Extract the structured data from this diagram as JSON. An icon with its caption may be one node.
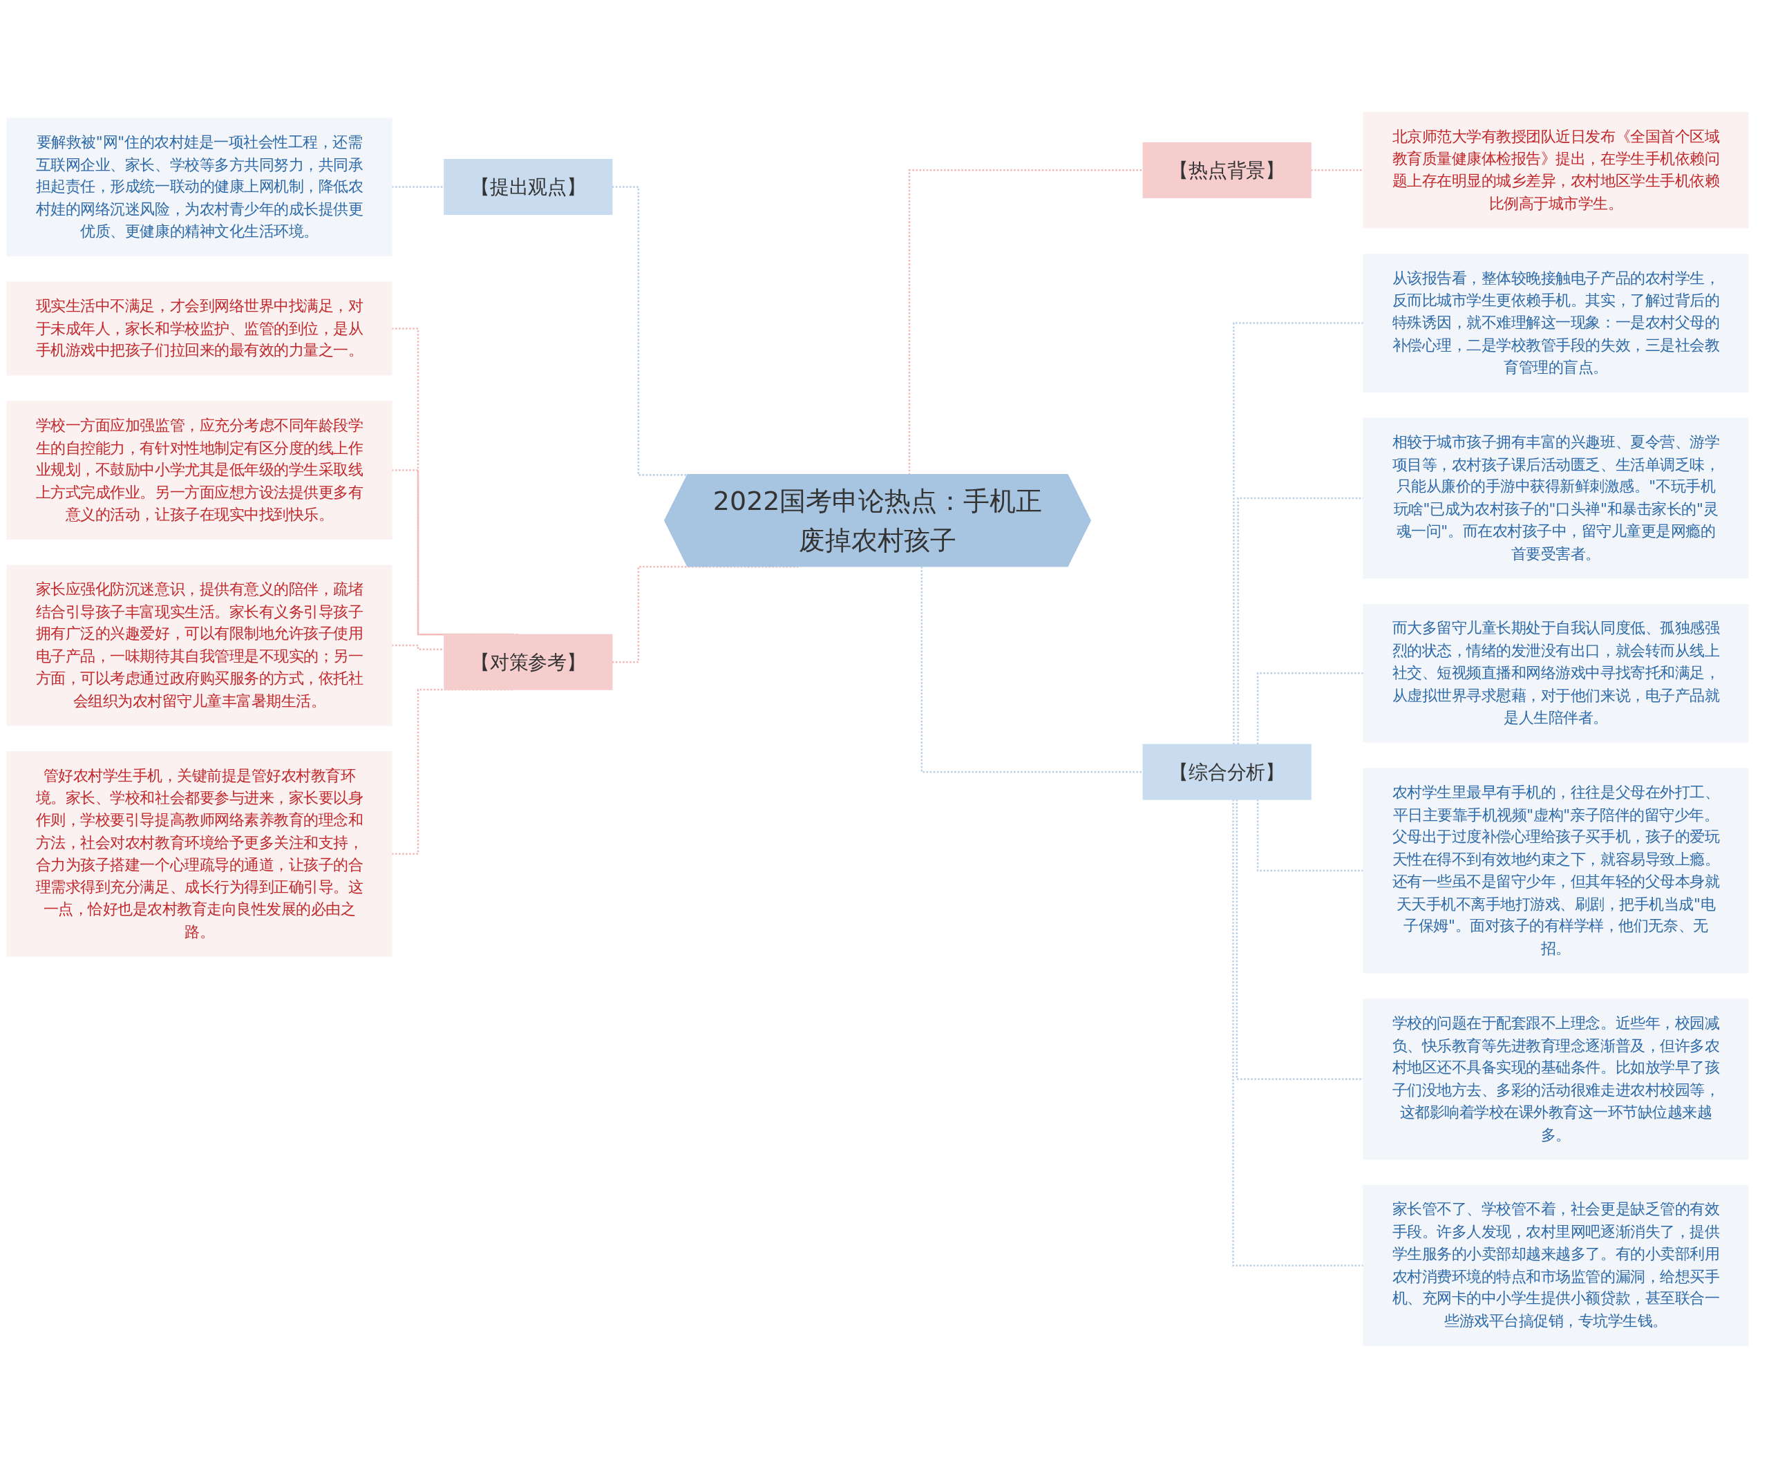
{
  "diagram": {
    "nodes": [
      {
        "text": [
          "2022国考申论热点：手机正废掉农村孩子"
        ]
      },
      {
        "text": [
          "【提出观点】"
        ]
      },
      {
        "text": [
          "要解救被\"网\"住的农村娃是一项社会性工程，还需互联网企业、家长、学校等多方共同努力，共同承担起责任，形成统一联动的健康上网机制，降低农村娃的网络沉迷风险，为农村青少年的成长提供更优质、更健康的精神文化生活环境。"
        ]
      },
      {
        "text": [
          "【对策参考】"
        ]
      },
      {
        "text": [
          "现实生活中不满足，才会到网络世界中找满足，对于未成年人，家长和学校监护、监管的到位，是从手机游戏中把孩子们拉回来的最有效的力量之一。"
        ]
      },
      {
        "text": [
          "学校一方面应加强监管，应充分考虑不同年龄段学生的自控能力，有针对性地制定有区分度的线上作业规划，不鼓励中小学尤其是低年级的学生采取线上方式完成作业。另一方面应想方设法提供更多有意义的活动，让孩子在现实中找到快乐。"
        ]
      },
      {
        "text": [
          "家长应强化防沉迷意识，提供有意义的陪伴，疏堵结合引导孩子丰富现实生活。家长有义务引导孩子拥有广泛的兴趣爱好，可以有限制地允许孩子使用电子产品，一味期待其自我管理是不现实的；另一方面，可以考虑通过政府购买服务的方式，依托社会组织为农村留守儿童丰富暑期生活。"
        ]
      },
      {
        "text": [
          "管好农村学生手机，关键前提是管好农村教育环境。家长、学校和社会都要参与进来，家长要以身作则，学校要引导提高教师网络素养教育的理念和方法，社会对农村教育环境给予更多关注和支持，合力为孩子搭建一个心理疏导的通道，让孩子的合理需求得到充分满足、成长行为得到正确引导。这一点，恰好也是农村教育走向良性发展的必由之路。"
        ]
      },
      {
        "text": [
          "【热点背景】"
        ]
      },
      {
        "text": [
          "北京师范大学有教授团队近日发布《全国首个区域教育质量健康体检报告》提出，在学生手机依赖问题上存在明显的城乡差异，农村地区学生手机依赖比例高于城市学生。"
        ]
      },
      {
        "text": [
          "【综合分析】"
        ]
      },
      {
        "text": [
          "从该报告看，整体较晚接触电子产品的农村学生，反而比城市学生更依赖手机。其实，了解过背后的特殊诱因，就不难理解这一现象：一是农村父母的补偿心理，二是学校教管手段的失效，三是社会教育管理的盲点。"
        ]
      },
      {
        "text": [
          "相较于城市孩子拥有丰富的兴趣班、夏令营、游学项目等，农村孩子课后活动匮乏、生活单调乏味，只能从廉价的手游中获得新鲜刺激感。\"不玩手机玩啥\"已成为农村孩子的\"口头禅\"和暴击家长的\"灵魂一问\"。而在农村孩子中，留守儿童更是网瘾的首要受害者。"
        ]
      },
      {
        "text": [
          "而大多留守儿童长期处于自我认同度低、孤独感强烈的状态，情绪的发泄没有出口，就会转而从线上社交、短视频直播和网络游戏中寻找寄托和满足，从虚拟世界寻求慰藉，对于他们来说，电子产品就是人生陪伴者。"
        ]
      },
      {
        "text": [
          "农村学生里最早有手机的，往往是父母在外打工、平日主要靠手机视频\"虚构\"亲子陪伴的留守少年。父母出于过度补偿心理给孩子买手机，孩子的爱玩天性在得不到有效地约束之下，就容易导致上瘾。还有一些虽不是留守少年，但其年轻的父母本身就天天手机不离手地打游戏、刷剧，把手机当成\"电子保姆\"。面对孩子的有样学样，他们无奈、无招。"
        ]
      },
      {
        "text": [
          "学校的问题在于配套跟不上理念。近些年，校园减负、快乐教育等先进教育理念逐渐普及，但许多农村地区还不具备实现的基础条件。比如放学早了孩子们没地方去、多彩的活动很难走进农村校园等，这都影响着学校在课外教育这一环节缺位越来越多。"
        ]
      },
      {
        "text": [
          "家长管不了、学校管不着，社会更是缺乏管的有效手段。许多人发现，农村里网吧逐渐消失了，提供学生服务的小卖部却越来越多了。有的小卖部利用农村消费环境的特点和市场监管的漏洞，给想买手机、充网卡的中小学生提供小额贷款，甚至联合一些游戏平台搞促销，专坑学生钱。"
        ]
      }
    ],
    "edges": [
      {
        "from": 0,
        "to": 1,
        "arrow": "none",
        "style": "dashed"
      },
      {
        "from": 1,
        "to": 2,
        "arrow": "none",
        "style": "dashed"
      },
      {
        "from": 0,
        "to": 3,
        "arrow": "none",
        "style": "dashed",
        "color": "#f2b8b8"
      },
      {
        "from": 3,
        "to": 4,
        "arrow": "none",
        "style": "dashed",
        "color": "#f2b8b8"
      },
      {
        "from": 3,
        "to": 5,
        "arrow": "none",
        "style": "dashed",
        "color": "#f2b8b8"
      },
      {
        "from": 3,
        "to": 6,
        "arrow": "none",
        "style": "dashed",
        "color": "#f2b8b8"
      },
      {
        "from": 3,
        "to": 7,
        "arrow": "none",
        "style": "dashed",
        "color": "#f2b8b8"
      },
      {
        "from": 0,
        "to": 8,
        "arrow": "none",
        "style": "dashed",
        "color": "#f2b8b8"
      },
      {
        "from": 8,
        "to": 9,
        "arrow": "none",
        "style": "dashed",
        "color": "#f2b8b8"
      },
      {
        "from": 0,
        "to": 10,
        "arrow": "none",
        "style": "dashed"
      },
      {
        "from": 10,
        "to": 11,
        "arrow": "none",
        "style": "dashed"
      },
      {
        "from": 10,
        "to": 12,
        "arrow": "none",
        "style": "dashed"
      },
      {
        "from": 10,
        "to": 13,
        "arrow": "none",
        "style": "dashed"
      },
      {
        "from": 10,
        "to": 14,
        "arrow": "none",
        "style": "dashed"
      },
      {
        "from": 10,
        "to": 15,
        "arrow": "none",
        "style": "dashed"
      },
      {
        "from": 10,
        "to": 16,
        "arrow": "none",
        "style": "dashed"
      }
    ]
  }
}
